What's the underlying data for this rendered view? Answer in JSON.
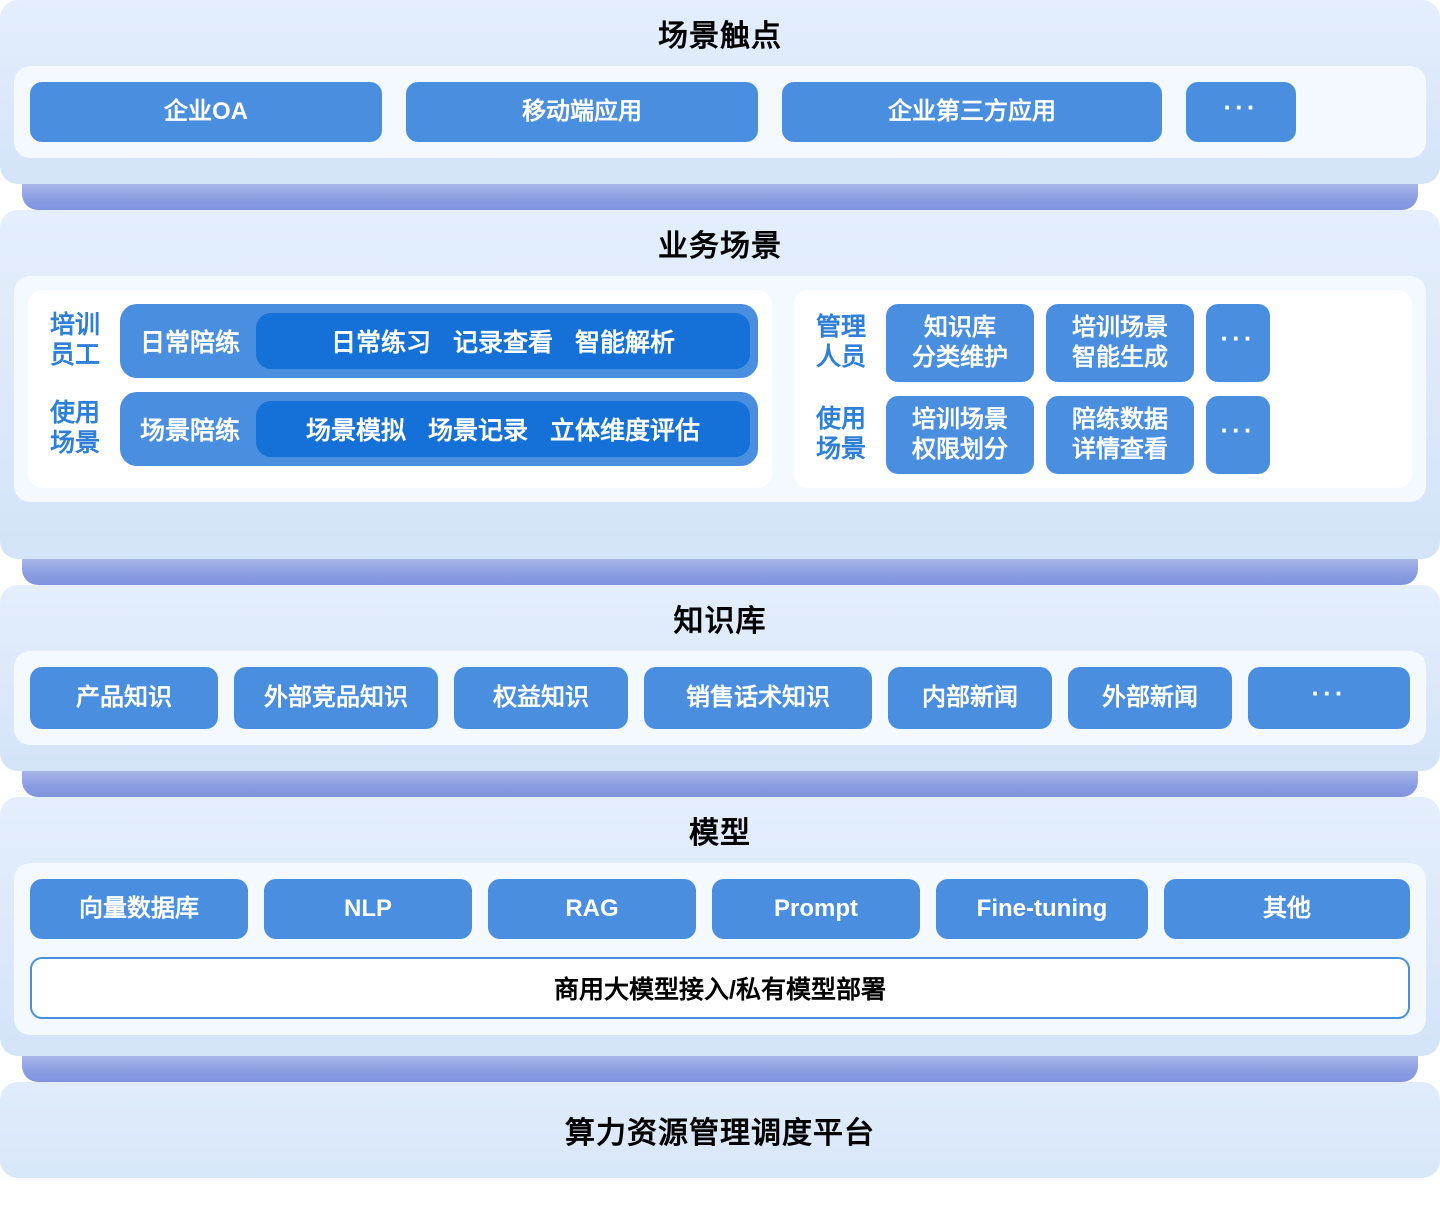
{
  "layers": {
    "touchpoints": {
      "title": "场景触点",
      "items": [
        {
          "label": "企业OA"
        },
        {
          "label": "移动端应用"
        },
        {
          "label": "企业第三方应用"
        },
        {
          "label": "···"
        }
      ]
    },
    "business": {
      "title": "业务场景",
      "left": {
        "rows": [
          {
            "role": "培训\n员工",
            "head": "日常陪练",
            "items": [
              "日常练习",
              "记录查看",
              "智能解析"
            ]
          },
          {
            "role": "使用\n场景",
            "head": "场景陪练",
            "items": [
              "场景模拟",
              "场景记录",
              "立体维度评估"
            ]
          }
        ]
      },
      "right": {
        "rows": [
          {
            "role": "管理\n人员",
            "items": [
              "知识库\n分类维护",
              "培训场景\n智能生成",
              "···"
            ]
          },
          {
            "role": "使用\n场景",
            "items": [
              "培训场景\n权限划分",
              "陪练数据\n详情查看",
              "···"
            ]
          }
        ]
      }
    },
    "knowledge": {
      "title": "知识库",
      "items": [
        {
          "label": "产品知识"
        },
        {
          "label": "外部竞品知识"
        },
        {
          "label": "权益知识"
        },
        {
          "label": "销售话术知识"
        },
        {
          "label": "内部新闻"
        },
        {
          "label": "外部新闻"
        },
        {
          "label": "···"
        }
      ]
    },
    "model": {
      "title": "模型",
      "items": [
        {
          "label": "向量数据库"
        },
        {
          "label": "NLP"
        },
        {
          "label": "RAG"
        },
        {
          "label": "Prompt"
        },
        {
          "label": "Fine-tuning"
        },
        {
          "label": "其他"
        }
      ],
      "bar": "商用大模型接入/私有模型部署"
    },
    "platform": {
      "title": "算力资源管理调度平台"
    }
  },
  "colors": {
    "chip_blue": "#4a8ee0",
    "chip_blue_dark": "#1571d8",
    "panel_bg": "#dce9fa",
    "card_bg": "#f4f8ff",
    "slab": "#8b9ee2",
    "label_blue": "#2e7fd8"
  }
}
